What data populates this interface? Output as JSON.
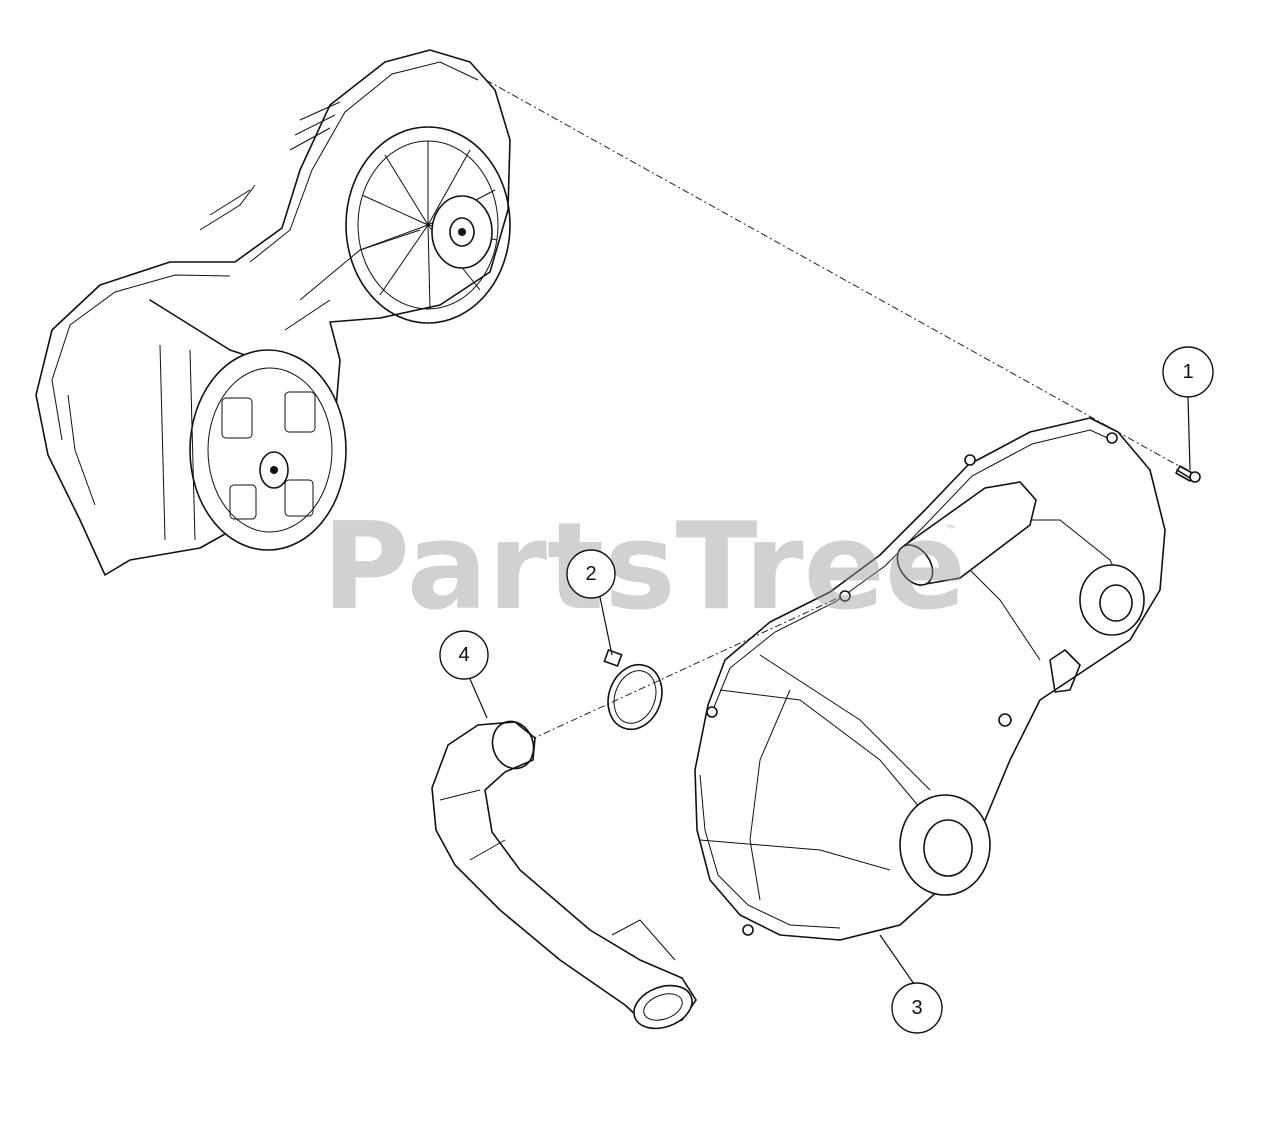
{
  "watermark": {
    "text": "PartsTree",
    "trademark": "™"
  },
  "callouts": [
    {
      "id": "1",
      "label": "1"
    },
    {
      "id": "2",
      "label": "2"
    },
    {
      "id": "3",
      "label": "3"
    },
    {
      "id": "4",
      "label": "4"
    }
  ],
  "parts": [
    {
      "ref": "1",
      "icon": "screw-icon"
    },
    {
      "ref": "2",
      "icon": "hose-clamp-icon"
    },
    {
      "ref": "3",
      "icon": "cvt-outer-cover-icon"
    },
    {
      "ref": "4",
      "icon": "air-duct-hose-icon"
    }
  ],
  "colors": {
    "line": "#111111",
    "background": "#ffffff",
    "watermark": "#9a9a9a"
  }
}
